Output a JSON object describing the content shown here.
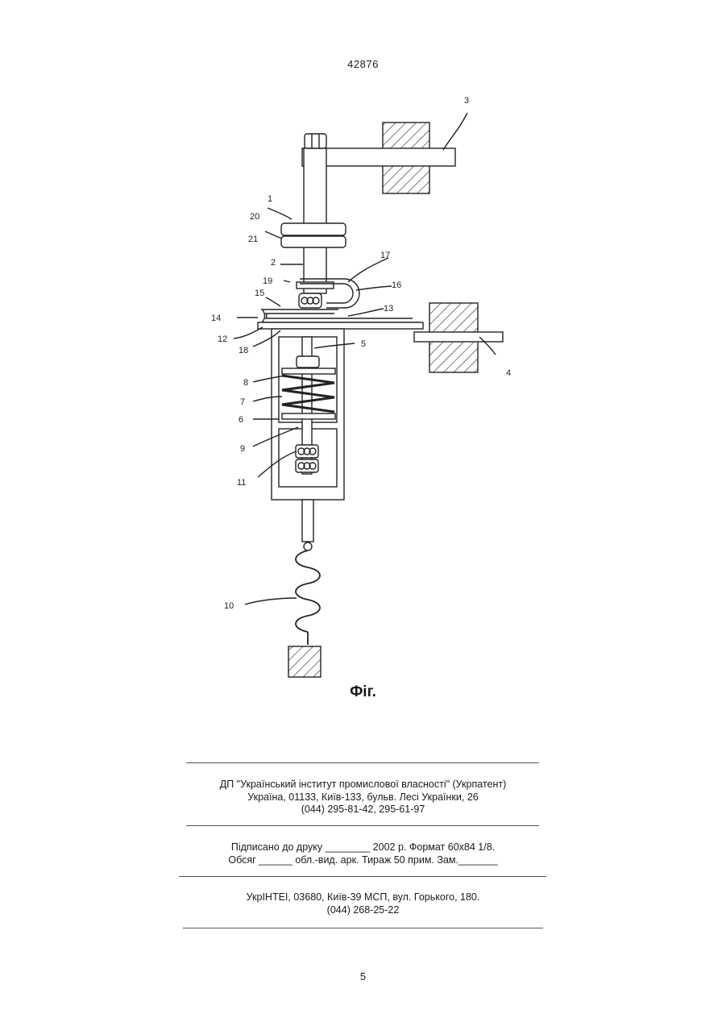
{
  "header": {
    "patent_number": "42876"
  },
  "figure": {
    "caption": "Фіг.",
    "labels": {
      "l1": "1",
      "l2": "2",
      "l3": "3",
      "l4": "4",
      "l5": "5",
      "l6": "6",
      "l7": "7",
      "l8": "8",
      "l9": "9",
      "l10": "10",
      "l11": "11",
      "l12": "12",
      "l13": "13",
      "l14": "14",
      "l15": "15",
      "l16": "16",
      "l17": "17",
      "l18": "18",
      "l19": "19",
      "l20": "20",
      "l21": "21"
    }
  },
  "publisher": {
    "line1": "ДП \"Український інститут промислової власності\" (Укрпатент)",
    "line2": "Україна, 01133, Київ-133, бульв. Лесі Українки, 26",
    "line3": "(044) 295-81-42, 295-61-97"
  },
  "print_info": {
    "line1": "Підписано до друку ________ 2002 р.    Формат 60х84 1/8.",
    "line2": "Обсяг ______ обл.-вид. арк.   Тираж 50 прим.    Зам._______"
  },
  "institute": {
    "line1": "УкрІНТЕІ, 03680, Київ-39 МСП, вул. Горького, 180.",
    "line2": "(044) 268-25-22"
  },
  "footer": {
    "page_number": "5"
  }
}
